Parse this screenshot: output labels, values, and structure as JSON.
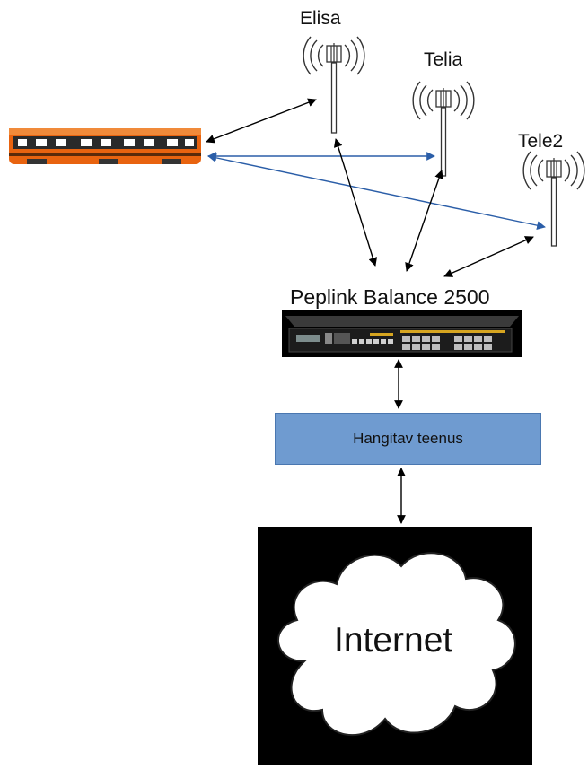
{
  "towers": [
    {
      "id": "elisa",
      "label": "Elisa"
    },
    {
      "id": "telia",
      "label": "Telia"
    },
    {
      "id": "tele2",
      "label": "Tele2"
    }
  ],
  "router": {
    "label": "Peplink Balance 2500"
  },
  "service": {
    "label": "Hangitav teenus"
  },
  "internet": {
    "label": "Internet"
  },
  "colors": {
    "train_orange": "#e8630f",
    "service_fill": "#6f9bd0",
    "radio_link": "#2b5ea8",
    "arrow": "#000000"
  },
  "icons": {
    "train": "train-image",
    "tower": "cell-tower-icon",
    "router": "router-device-image",
    "cloud": "cloud-shape"
  }
}
